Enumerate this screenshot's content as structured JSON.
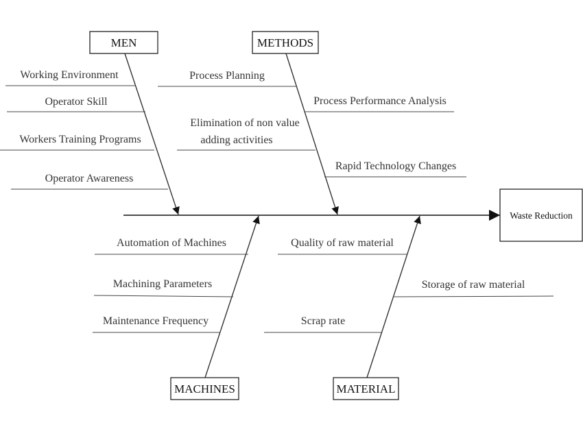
{
  "effect": "Waste Reduction",
  "categories": {
    "men": {
      "label": "MEN",
      "causes": [
        "Working Environment",
        "Operator Skill",
        "Workers Training Programs",
        "Operator Awareness"
      ]
    },
    "methods": {
      "label": "METHODS",
      "causes": [
        "Process Planning",
        "Process Performance Analysis",
        "Elimination of non value",
        "adding activities",
        "Rapid Technology Changes"
      ]
    },
    "machines": {
      "label": "MACHINES",
      "causes": [
        "Automation of Machines",
        "Machining Parameters",
        "Maintenance Frequency"
      ]
    },
    "material": {
      "label": "MATERIAL",
      "causes": [
        "Quality of raw material",
        "Storage of raw material",
        "Scrap rate"
      ]
    }
  }
}
